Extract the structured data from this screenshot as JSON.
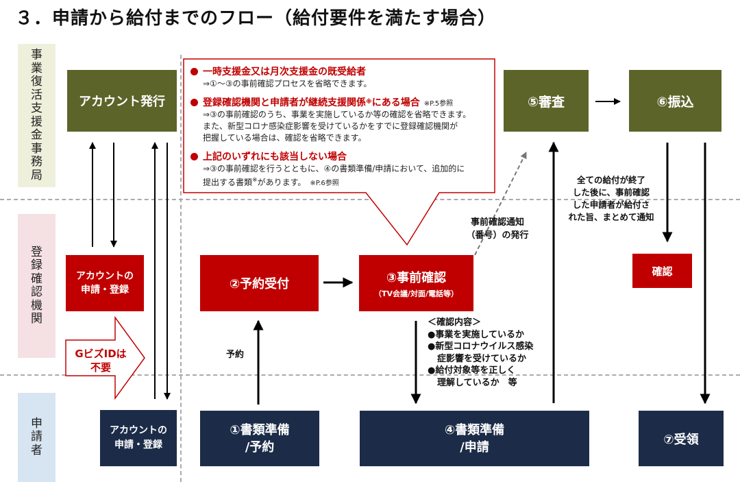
{
  "title": "３．申請から給付までのフロー（給付要件を満たす場合）",
  "lanes": {
    "office": "事業復活支援金事務局",
    "registration": "登録確認機関",
    "applicant": "申請者"
  },
  "boxes": {
    "account_issue": "アカウント発行",
    "review": "⑤審査",
    "transfer": "⑥振込",
    "account_apply_reg_line1": "アカウントの",
    "account_apply_reg_line2": "申請・登録",
    "reservation": "②予約受付",
    "pre_check": "③事前確認",
    "pre_check_sub": "（TV会議/対面/電話等）",
    "confirm": "確認",
    "account_apply_app_line1": "アカウントの",
    "account_apply_app_line2": "申請・登録",
    "docs_reserve_line1": "①書類準備",
    "docs_reserve_line2": "/予約",
    "docs_apply_line1": "④書類準備",
    "docs_apply_line2": "/申請",
    "receive": "⑦受領"
  },
  "gbiz": {
    "line1": "GビズIDは",
    "line2": "不要"
  },
  "callout": {
    "item1_head": "一時支援金又は月次支援金の既受給者",
    "item1_line1": "⇒①～③の事前確認プロセスを省略できます。",
    "item2_head_a": "登録確認機関と申請者が継続支援関係",
    "item2_head_sup": "※",
    "item2_head_b": "にある場合",
    "item2_ref": "※P.5参照",
    "item2_line1": "⇒③の事前確認のうち、事業を実施しているか等の確認を省略できます。",
    "item2_line2": "また、新型コロナ感染症影響を受けているかをすでに登録確認機関が",
    "item2_line3": "把握している場合は、確認を省略できます。",
    "item3_head": "上記のいずれにも該当しない場合",
    "item3_line1": "⇒③の事前確認を行うとともに、④の書類準備/申請において、追加的に",
    "item3_line2a": "提出する書類",
    "item3_line2_sup": "※",
    "item3_line2b": "があります。",
    "item3_ref": "※P.6参照"
  },
  "notes": {
    "precheck_notice_line1": "事前確認通知",
    "precheck_notice_line2": "（番号）の発行",
    "all_done_line1": "全ての給付が終了",
    "all_done_line2": "した後に、事前確認",
    "all_done_line3": "した申請者が給付さ",
    "all_done_line4": "れた旨、まとめて通知",
    "reserve_label": "予約"
  },
  "checklist": {
    "title": "＜確認内容＞",
    "item1": "●事業を実施しているか",
    "item2_line1": "●新型コロナウイルス感染",
    "item2_line2": "症影響を受けているか",
    "item3_line1": "●給付対象等を正しく",
    "item3_line2": "理解しているか　等"
  },
  "colors": {
    "olive": "#5d6429",
    "red": "#c00000",
    "navy": "#1c2c48",
    "lane_office_bg": "#eef0dc",
    "lane_registration_bg": "#f5e1e3",
    "lane_applicant_bg": "#d7e4f1"
  }
}
